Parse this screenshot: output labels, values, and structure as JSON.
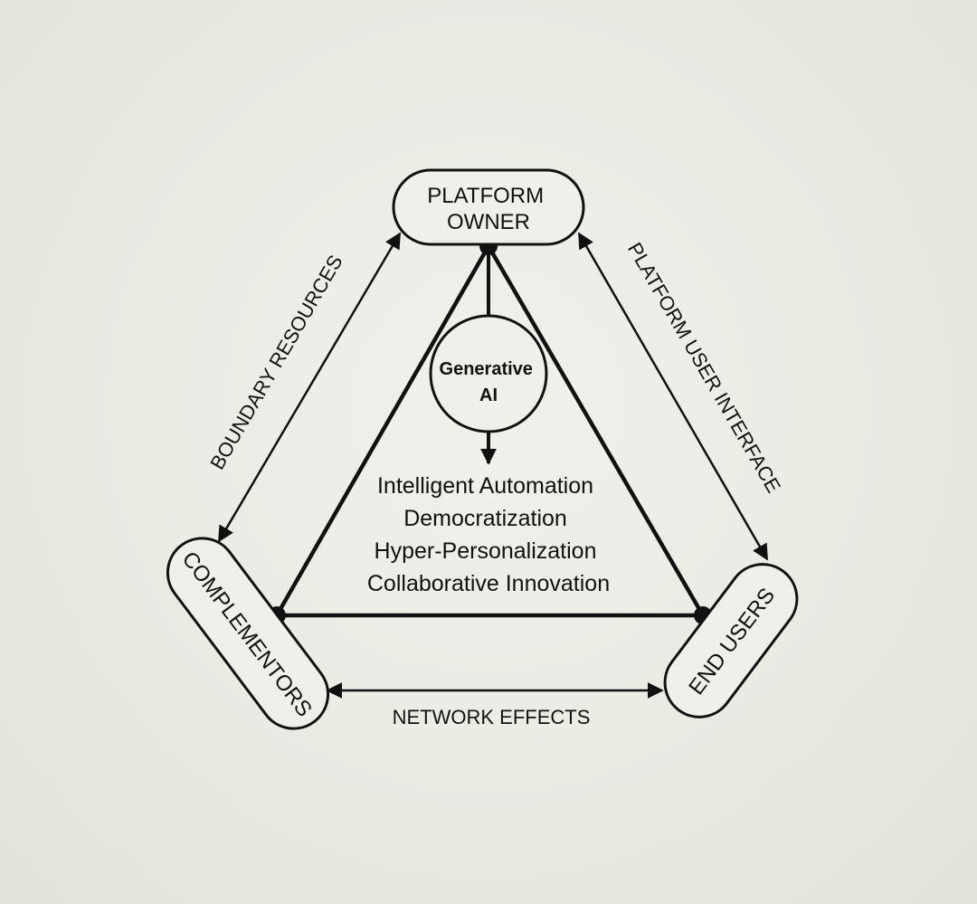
{
  "nodes": {
    "platform_owner": [
      "PLATFORM",
      "OWNER"
    ],
    "complementors": "COMPLEMENTORS",
    "end_users": "END USERS"
  },
  "core": {
    "label": [
      "Generative",
      "AI"
    ]
  },
  "outcomes": [
    "Intelligent Automation",
    "Democratization",
    "Hyper-Personalization",
    "Collaborative Innovation"
  ],
  "edges": {
    "left": "BOUNDARY RESOURCES",
    "right": "PLATFORM USER INTERFACE",
    "bottom": "NETWORK EFFECTS"
  },
  "colors": {
    "ink": "#111111",
    "paper": "#ebebe4"
  }
}
